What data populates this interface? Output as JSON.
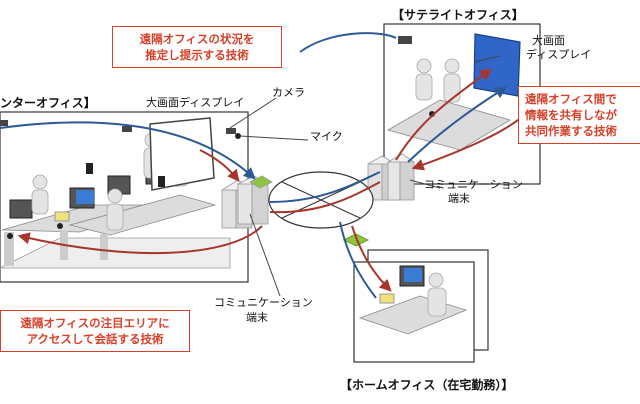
{
  "callouts": {
    "top": [
      "遠隔オフィスの状況を",
      "推定し提示する技術"
    ],
    "right": [
      "遠隔オフィス間で",
      "情報を共有しなが",
      "共同作業する技術"
    ],
    "bottom_left": [
      "遠隔オフィスの注目エリアに",
      "アクセスして会話する技術"
    ]
  },
  "offices": {
    "center": "ンターオフィス】",
    "satellite": "【サテライトオフィス】",
    "home": "【ホームオフィス（在宅勤務）】"
  },
  "labels": {
    "big_display_center": "大画面ディスプレイ",
    "camera": "カメラ",
    "mic": "マイク",
    "big_display_sat": [
      "大画面",
      "ディスプレイ"
    ],
    "comm_sat": [
      "コミュニケーション",
      "端末"
    ],
    "comm_center": [
      "コミュニケーション",
      "端末"
    ]
  },
  "colors": {
    "accent_red": "#d8402a",
    "link_blue": "#2d5a96",
    "link_red": "#a8352a",
    "hub_green": "#8cc63e",
    "display_blue": "#2f66c8"
  }
}
